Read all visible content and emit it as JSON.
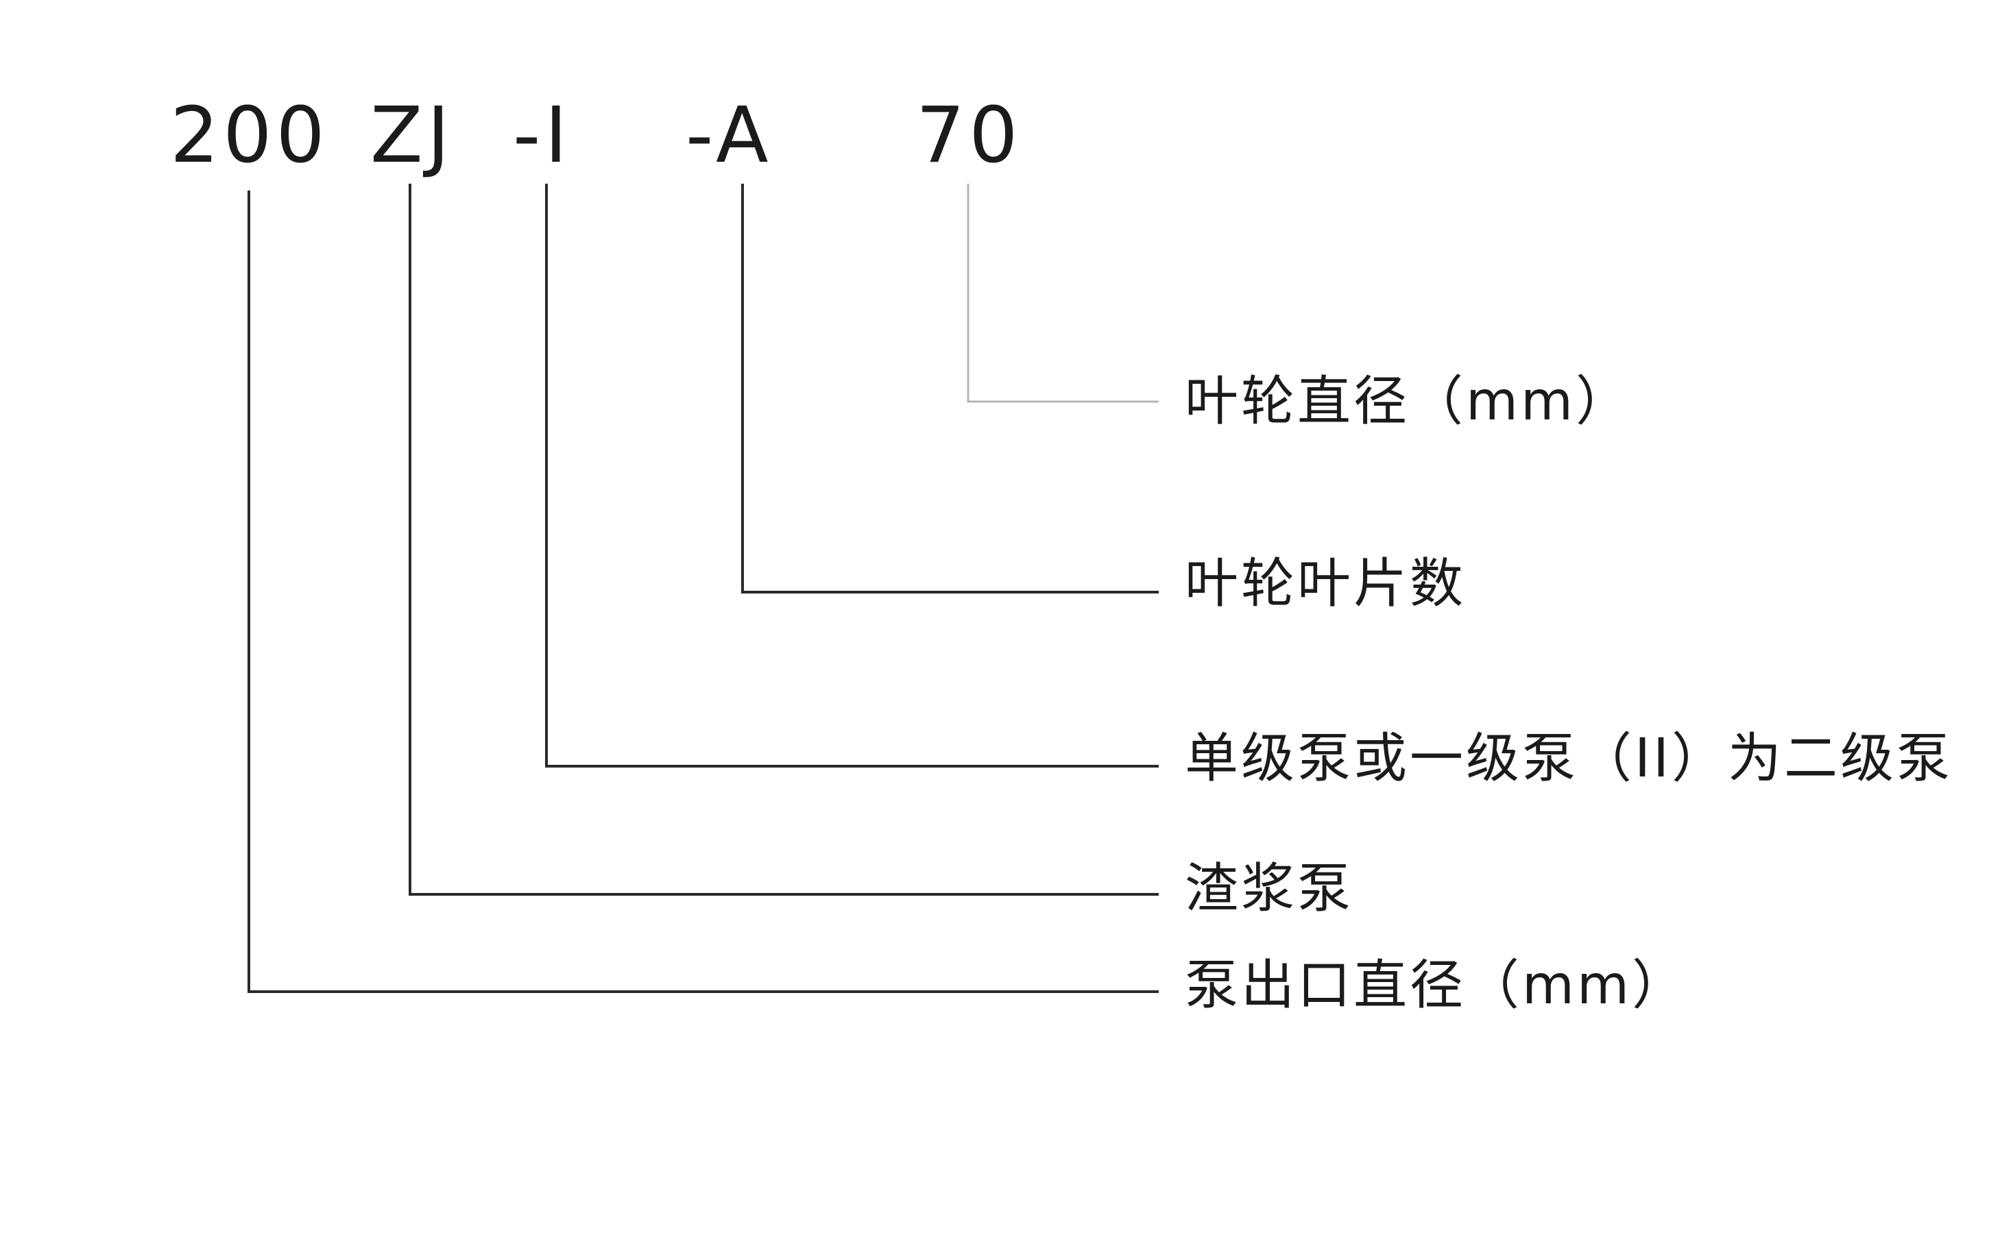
{
  "code": {
    "diameter": "200",
    "series": "ZJ",
    "stage": "-I",
    "blades": "-A",
    "impeller": "70"
  },
  "descriptions": {
    "impeller_diameter": "叶轮直径（mm）",
    "blade_count": "叶轮叶片数",
    "stage_type": "单级泵或一级泵（II）为二级泵",
    "slurry_pump": "渣浆泵",
    "outlet_diameter": "泵出口直径（mm）"
  },
  "colors": {
    "text": "#1b1b1b",
    "line": "#2a2a2a",
    "line_light": "#b5b5b5"
  }
}
